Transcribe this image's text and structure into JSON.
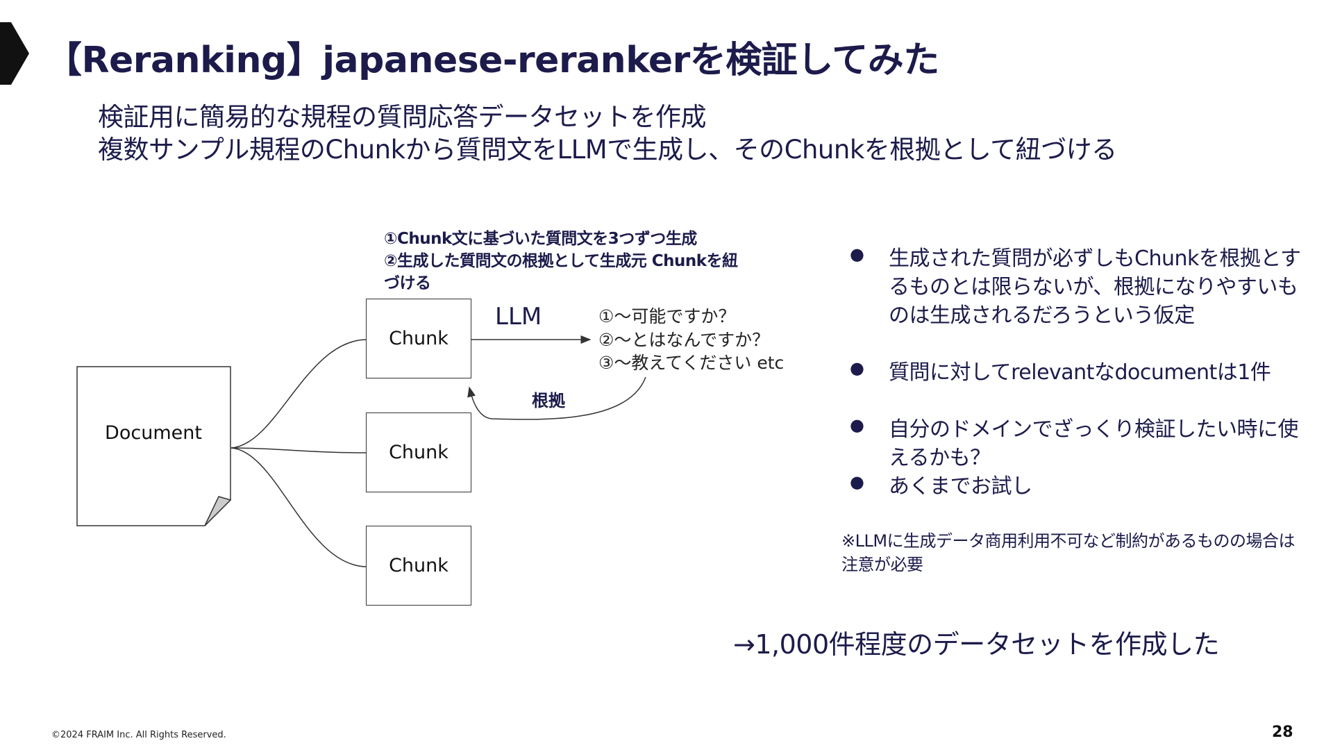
{
  "slide": {
    "title": "【Reranking】japanese-rerankerを検証してみた",
    "subtitle_lines": [
      "検証用に簡易的な規程の質問応答データセットを作成",
      "複数サンプル規程のChunkから質問文をLLMで生成し、そのChunkを根拠として紐づける"
    ]
  },
  "diagram": {
    "steps": [
      "①Chunk文に基づいた質問文を3つずつ生成",
      "②生成した質問文の根拠として生成元 Chunkを紐",
      "づける"
    ],
    "document_label": "Document",
    "chunk_labels": [
      "Chunk",
      "Chunk",
      "Chunk"
    ],
    "llm_label": "LLM",
    "questions": [
      "①～可能ですか？",
      "②～とはなんですか？",
      "③～教えてください etc"
    ],
    "evidence_label": "根拠"
  },
  "bullets": [
    "生成された質問が必ずしもChunkを根拠とするものとは限らないが、根拠になりやすいものは生成されるだろうという仮定",
    "質問に対してrelevantなdocumentは1件",
    "自分のドメインでざっくり検証したい時に使えるかも？",
    "あくまでお試し"
  ],
  "bullet_marker": "●",
  "footnote": "※LLMに生成データ商用利用不可など制約があるものの場合は注意が必要",
  "result": "→1,000件程度のデータセットを作成した",
  "footer": {
    "copyright": "©2024 FRAIM Inc. All Rights Reserved.",
    "page_number": "28"
  },
  "colors": {
    "navy": "#1c1b4b",
    "marker": "#111111"
  }
}
